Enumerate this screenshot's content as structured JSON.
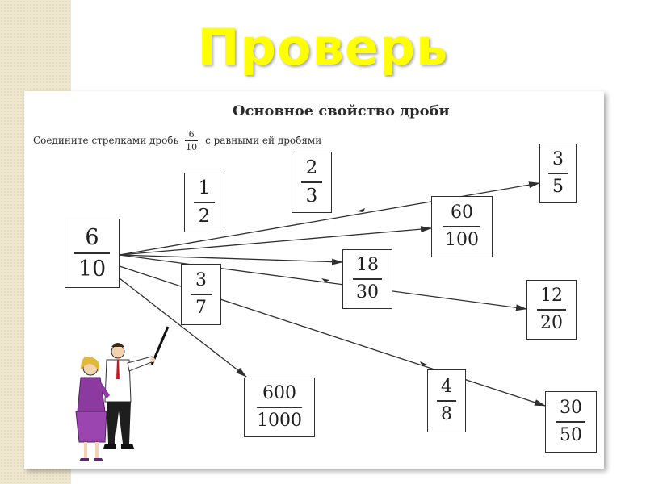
{
  "slide": {
    "title": "Проверь"
  },
  "worksheet": {
    "title": "Основное свойство дроби",
    "task_before": "Соедините стрелками дробь",
    "task_numerator": "6",
    "task_denominator": "10",
    "task_after": "с равными ей дробями"
  },
  "fractions": {
    "source": {
      "num": "6",
      "den": "10"
    },
    "f_1_2": {
      "num": "1",
      "den": "2"
    },
    "f_2_3": {
      "num": "2",
      "den": "3"
    },
    "f_3_5": {
      "num": "3",
      "den": "5"
    },
    "f_60_100": {
      "num": "60",
      "den": "100"
    },
    "f_18_30": {
      "num": "18",
      "den": "30"
    },
    "f_3_7": {
      "num": "3",
      "den": "7"
    },
    "f_12_20": {
      "num": "12",
      "den": "20"
    },
    "f_600_1000": {
      "num": "600",
      "den": "1000"
    },
    "f_4_8": {
      "num": "4",
      "den": "8"
    },
    "f_30_50": {
      "num": "30",
      "den": "50"
    }
  },
  "colors": {
    "title": "#ffff00",
    "stripe": "#efe7cf",
    "ink": "#2f2f2f"
  }
}
